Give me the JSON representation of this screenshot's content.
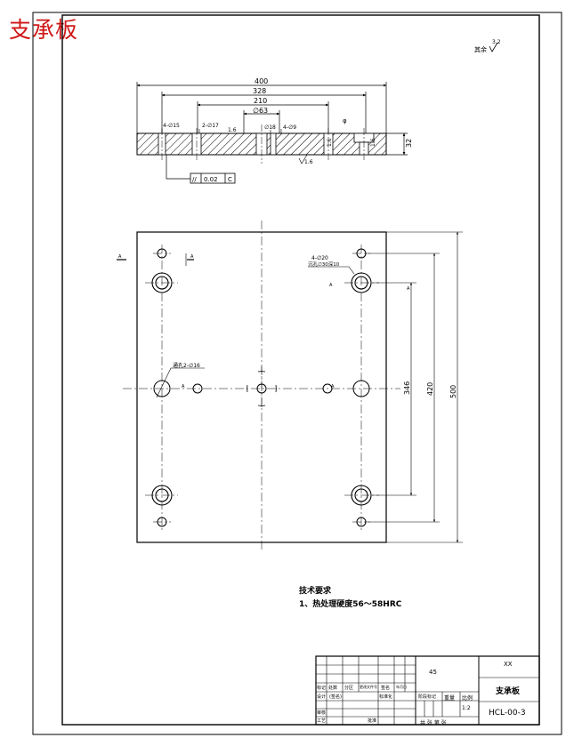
{
  "header": {
    "title": "支承板"
  },
  "roughness": {
    "label": "其余",
    "value": "3.2"
  },
  "section_view": {
    "dims": {
      "overall": "400",
      "d1": "328",
      "d2": "210",
      "d3": "∅63",
      "thickness": "32",
      "small": "1.6"
    },
    "callouts": {
      "holes_left": "4-∅15",
      "holes_mid": "2-∅17",
      "hole_center": "∅18",
      "holes_right": "4-∅9",
      "roughness_left": "1.6",
      "roughness_right": "1.6",
      "phi_mark": "φ",
      "roughness_bottom": "1.6"
    },
    "tolerance": {
      "symbol": "//",
      "value": "0.02",
      "datum": "C"
    }
  },
  "plan_view": {
    "dims": {
      "width_outer": "500",
      "width_mid": "420",
      "width_inner": "346"
    },
    "section_mark_letter": "A",
    "callouts": {
      "corner_holes": "4-∅20",
      "corner_holes_note": "沉孔∅30深10",
      "through_hole": "通孔2-∅16"
    }
  },
  "tech_requirements": {
    "heading": "技术要求",
    "items": [
      "1、热处理硬度56～58HRC"
    ]
  },
  "title_block": {
    "material": "45",
    "company": "XX",
    "part_name": "支承板",
    "drawing_no": "HCL-00-3",
    "scale": "1:2",
    "col_labels": [
      "标记",
      "处数",
      "分区",
      "更改文件号",
      "签名",
      "年月日"
    ],
    "row_labels": [
      "设计",
      "审核",
      "工艺"
    ],
    "designer_mark": "(签名)",
    "standardization": "标准化",
    "approve": "批准",
    "stage_label": "阶段标记",
    "weight_label": "重量",
    "scale_label": "比例",
    "sheet_info": "共  张  第  张"
  }
}
